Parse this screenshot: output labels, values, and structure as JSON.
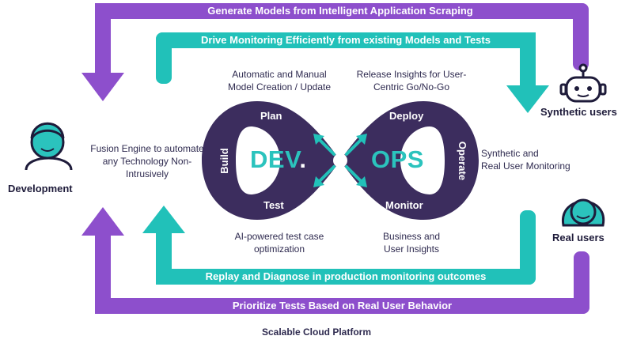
{
  "bands": {
    "outer_top": "Generate Models from Intelligent Application Scraping",
    "inner_top": "Drive Monitoring Efficiently from existing Models and  Tests",
    "inner_bottom": "Replay and Diagnose in production monitoring outcomes",
    "outer_bottom": "Prioritize Tests Based on Real User Behavior"
  },
  "loop": {
    "dev": "DEV",
    "ops": "OPS",
    "dot": ".",
    "plan": "Plan",
    "build": "Build",
    "test": "Test",
    "deploy": "Deploy",
    "operate": "Operate",
    "monitor": "Monitor"
  },
  "notes": {
    "plan": [
      "Automatic and Manual",
      "Model Creation / Update"
    ],
    "deploy": [
      "Release Insights for User-",
      "Centric Go/No-Go"
    ],
    "build": [
      "Fusion Engine to automate",
      "any Technology Non-",
      "Intrusively"
    ],
    "operate": [
      "Synthetic and",
      "Real User Monitoring"
    ],
    "test": [
      "AI-powered test case",
      "optimization"
    ],
    "monitor": [
      "Business and",
      "User Insights"
    ]
  },
  "personas": {
    "development": "Development",
    "synthetic": "Synthetic users",
    "real": "Real users"
  },
  "footer": "Scalable Cloud Platform",
  "colors": {
    "purple": "#8d4fcc",
    "teal": "#21c1b9",
    "loop": "#3c2d5e",
    "text": "#2e2a4f"
  }
}
